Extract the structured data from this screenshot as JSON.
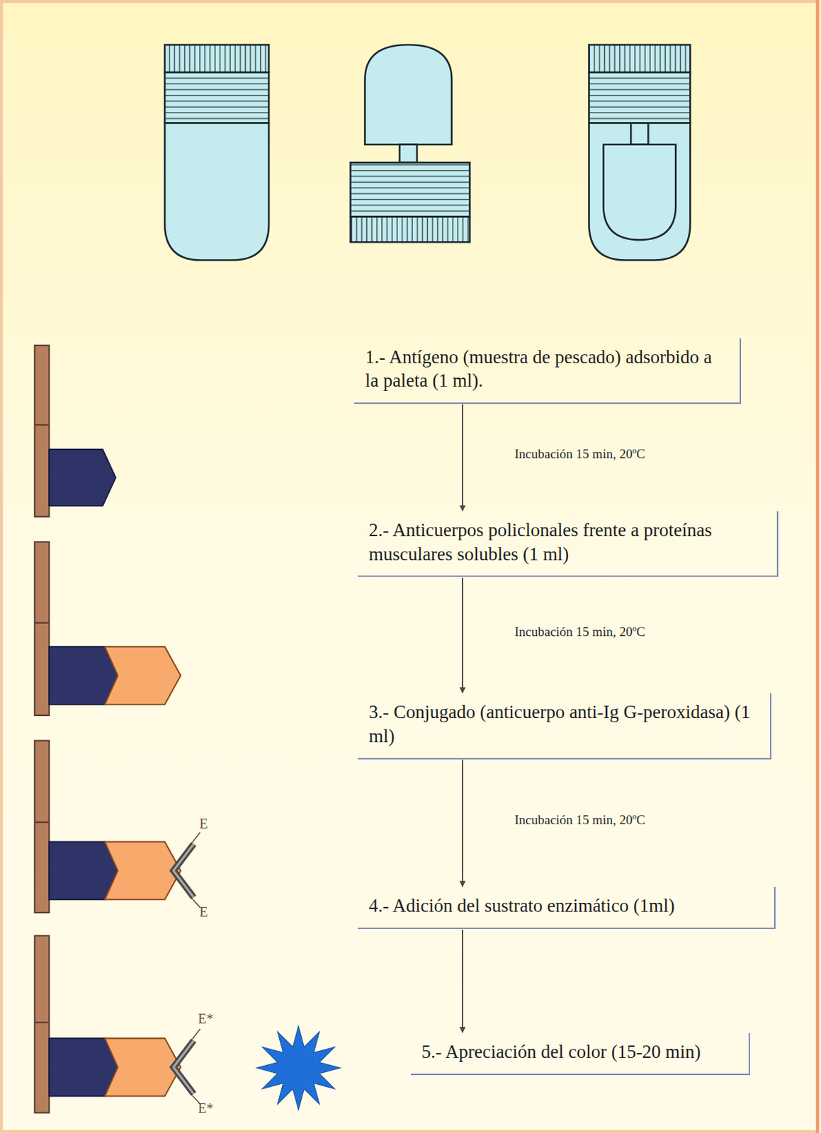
{
  "diagram": {
    "nodes": [
      {
        "text": [
          "1.- Antígeno (muestra de pescado) adsorbido a la paleta (1 ml)."
        ]
      },
      {
        "text": [
          "2.- Anticuerpos policlonales frente a proteínas musculares solubles (1 ml)"
        ]
      },
      {
        "text": [
          "3.- Conjugado (anticuerpo anti-Ig G-peroxidasa) (1 ml)"
        ]
      },
      {
        "text": [
          "4.- Adición del sustrato enzimático (1ml)"
        ]
      },
      {
        "text": [
          "5.- Apreciación del color (15-20 min)"
        ]
      }
    ],
    "edges": [
      {
        "from": 0,
        "to": 1,
        "arrow": "to",
        "label": "Incubación 15 min, 20ºC"
      },
      {
        "from": 1,
        "to": 2,
        "arrow": "to",
        "label": "Incubación 15 min, 20ºC"
      },
      {
        "from": 2,
        "to": 3,
        "arrow": "to",
        "label": "Incubación 15 min, 20ºC"
      },
      {
        "from": 3,
        "to": 4,
        "arrow": "to"
      }
    ],
    "labels": [
      "E",
      "E",
      "E*",
      "E*"
    ]
  }
}
